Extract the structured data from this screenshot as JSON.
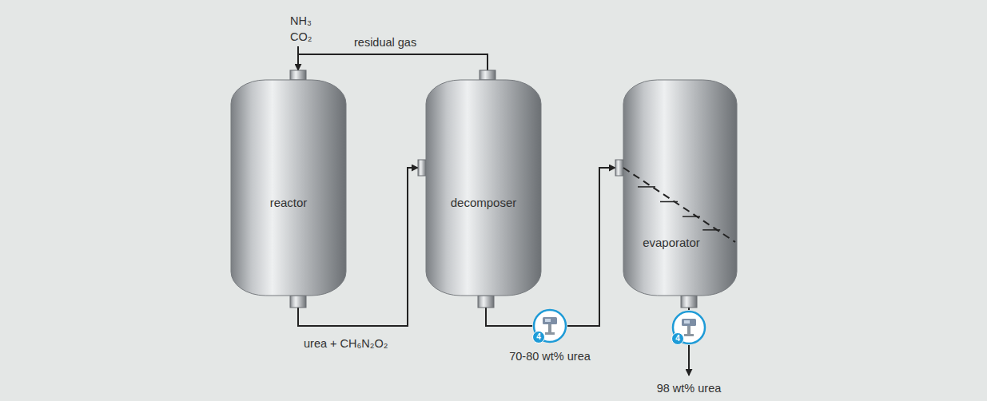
{
  "diagram": {
    "nodes": [
      {
        "text": [
          "reactor"
        ]
      },
      {
        "text": [
          "decomposer"
        ]
      },
      {
        "text": [
          "evaporator"
        ]
      },
      {
        "text": [
          "4"
        ]
      },
      {
        "text": [
          "4"
        ]
      }
    ],
    "edges": [
      {
        "from": 0,
        "to": 1,
        "arrow": "to",
        "label": "urea + CH₆N₂O₂"
      },
      {
        "from": 1,
        "to": 3,
        "arrow": "none"
      },
      {
        "from": 3,
        "to": 2,
        "arrow": "to"
      },
      {
        "from": 2,
        "to": 4,
        "arrow": "none"
      },
      {
        "from": 1,
        "to": 0,
        "arrow": "to",
        "label": "residual gas"
      }
    ],
    "labels": [
      "NH₃",
      "CO₂",
      "70-80 wt% urea",
      "98 wt% urea"
    ]
  }
}
